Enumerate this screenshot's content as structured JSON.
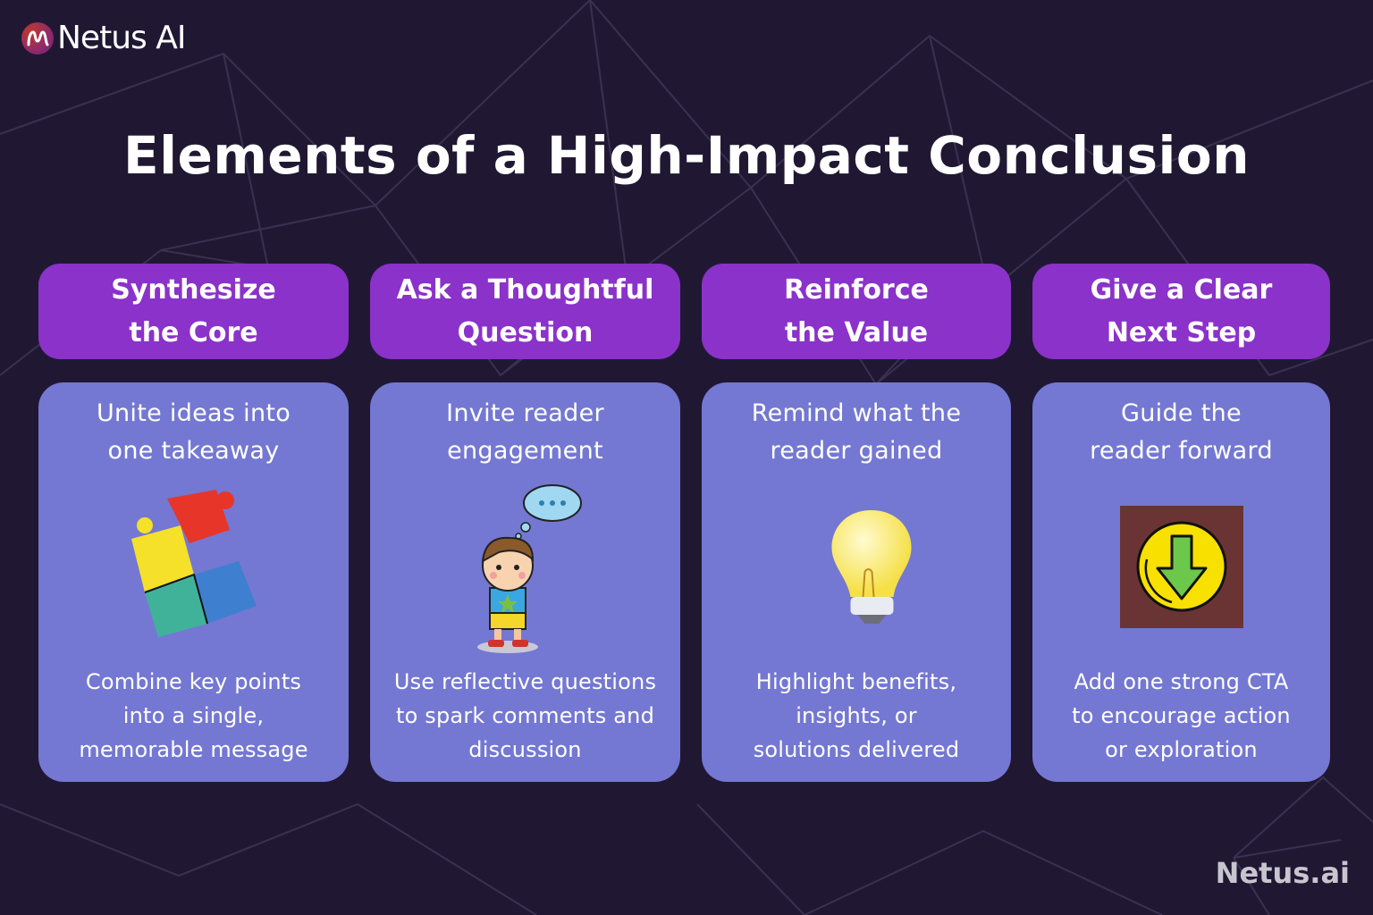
{
  "brand": {
    "name": "Netus AI",
    "watermark": "Netus.ai"
  },
  "title": "Elements of a High-Impact Conclusion",
  "colors": {
    "background": "#201833",
    "header": "#8a32c9",
    "card": "#7478d2",
    "text": "#ffffff"
  },
  "columns": [
    {
      "heading": [
        "Synthesize",
        "the Core"
      ],
      "subtitle": [
        "Unite ideas into",
        "one takeaway"
      ],
      "icon": "puzzle-pieces-icon",
      "description": [
        "Combine key points",
        "into a single,",
        "memorable message"
      ]
    },
    {
      "heading": [
        "Ask a Thoughtful",
        "Question"
      ],
      "subtitle": [
        "Invite reader",
        "engagement"
      ],
      "icon": "thinking-boy-icon",
      "description": [
        "Use reflective questions",
        "to spark comments and",
        "discussion"
      ]
    },
    {
      "heading": [
        "Reinforce",
        "the Value"
      ],
      "subtitle": [
        "Remind what the",
        "reader gained"
      ],
      "icon": "lightbulb-icon",
      "description": [
        "Highlight benefits,",
        "insights, or",
        "solutions delivered"
      ]
    },
    {
      "heading": [
        "Give a Clear",
        "Next Step"
      ],
      "subtitle": [
        "Guide the",
        "reader forward"
      ],
      "icon": "download-arrow-icon",
      "description": [
        "Add one strong CTA",
        "to encourage action",
        "or exploration"
      ]
    }
  ]
}
